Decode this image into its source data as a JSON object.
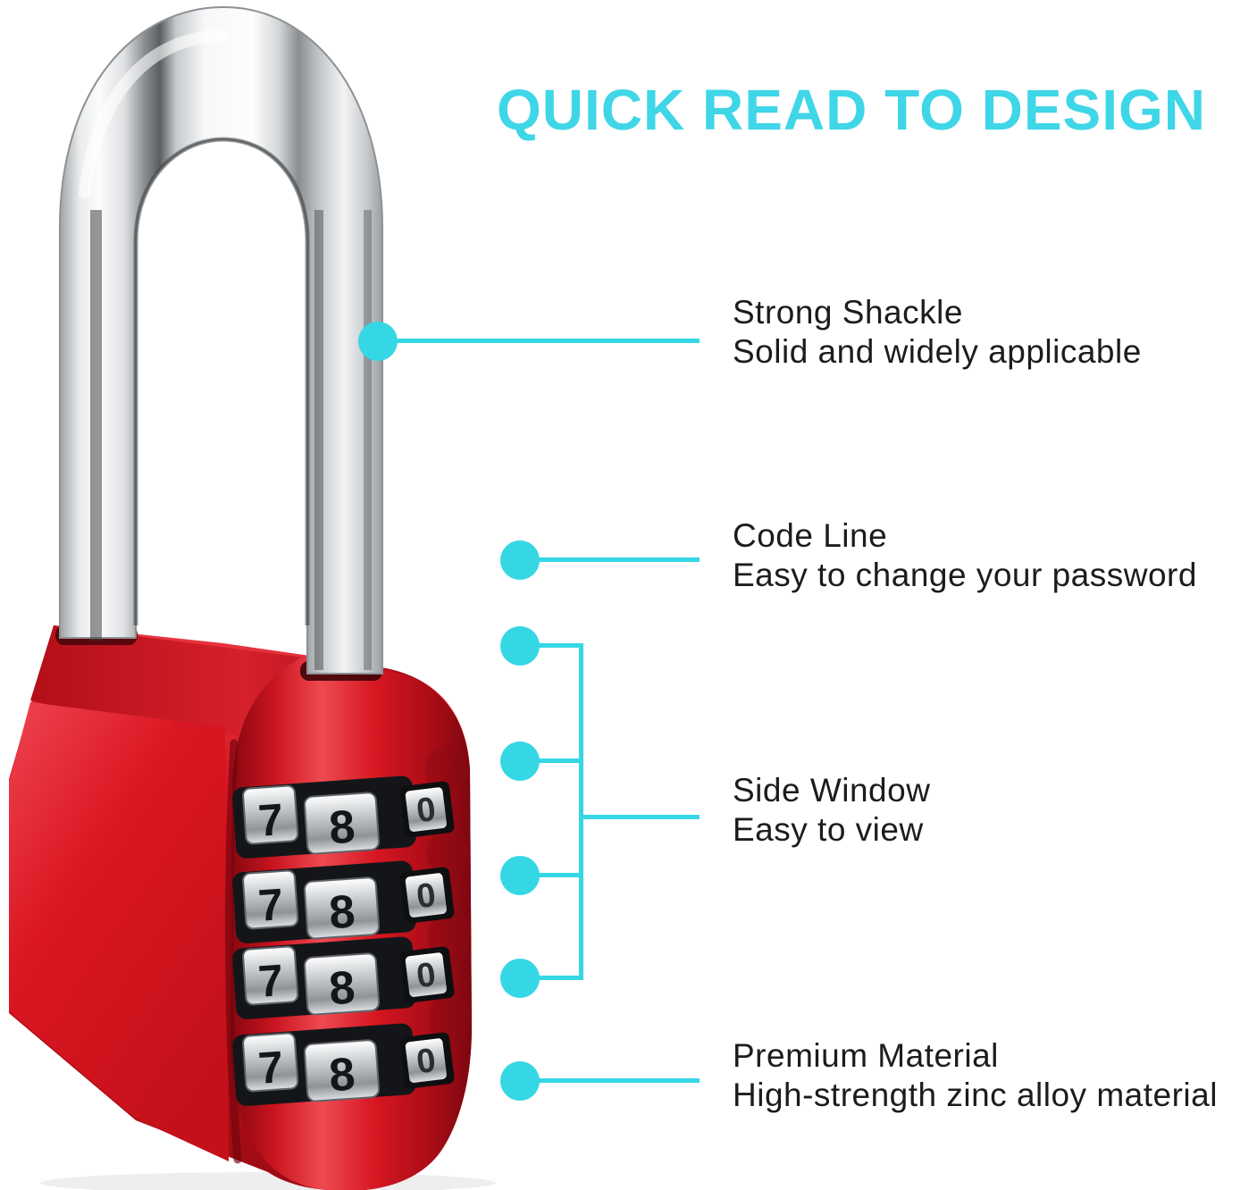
{
  "title": {
    "text": "QUICK READ TO DESIGN",
    "color": "#3fd6e8"
  },
  "annotations": [
    {
      "id": "strong-shackle",
      "heading": "Strong Shackle",
      "description": "Solid and widely applicable"
    },
    {
      "id": "code-line",
      "heading": "Code Line",
      "description": "Easy to change your password"
    },
    {
      "id": "side-window",
      "heading": "Side Window",
      "description": "Easy to view"
    },
    {
      "id": "premium-material",
      "heading": "Premium Material",
      "description": "High-strength zinc alloy material"
    }
  ],
  "padlock": {
    "type": "4-digit combination padlock",
    "body_color": "#d2121e",
    "shackle_finish": "chrome",
    "accent_color": "#35d7e5",
    "dials": [
      {
        "digits": [
          "7",
          "8"
        ]
      },
      {
        "digits": [
          "7",
          "8"
        ]
      },
      {
        "digits": [
          "7",
          "8"
        ]
      },
      {
        "digits": [
          "7",
          "8"
        ]
      }
    ],
    "side_windows": [
      "0",
      "0",
      "0",
      "0"
    ]
  }
}
